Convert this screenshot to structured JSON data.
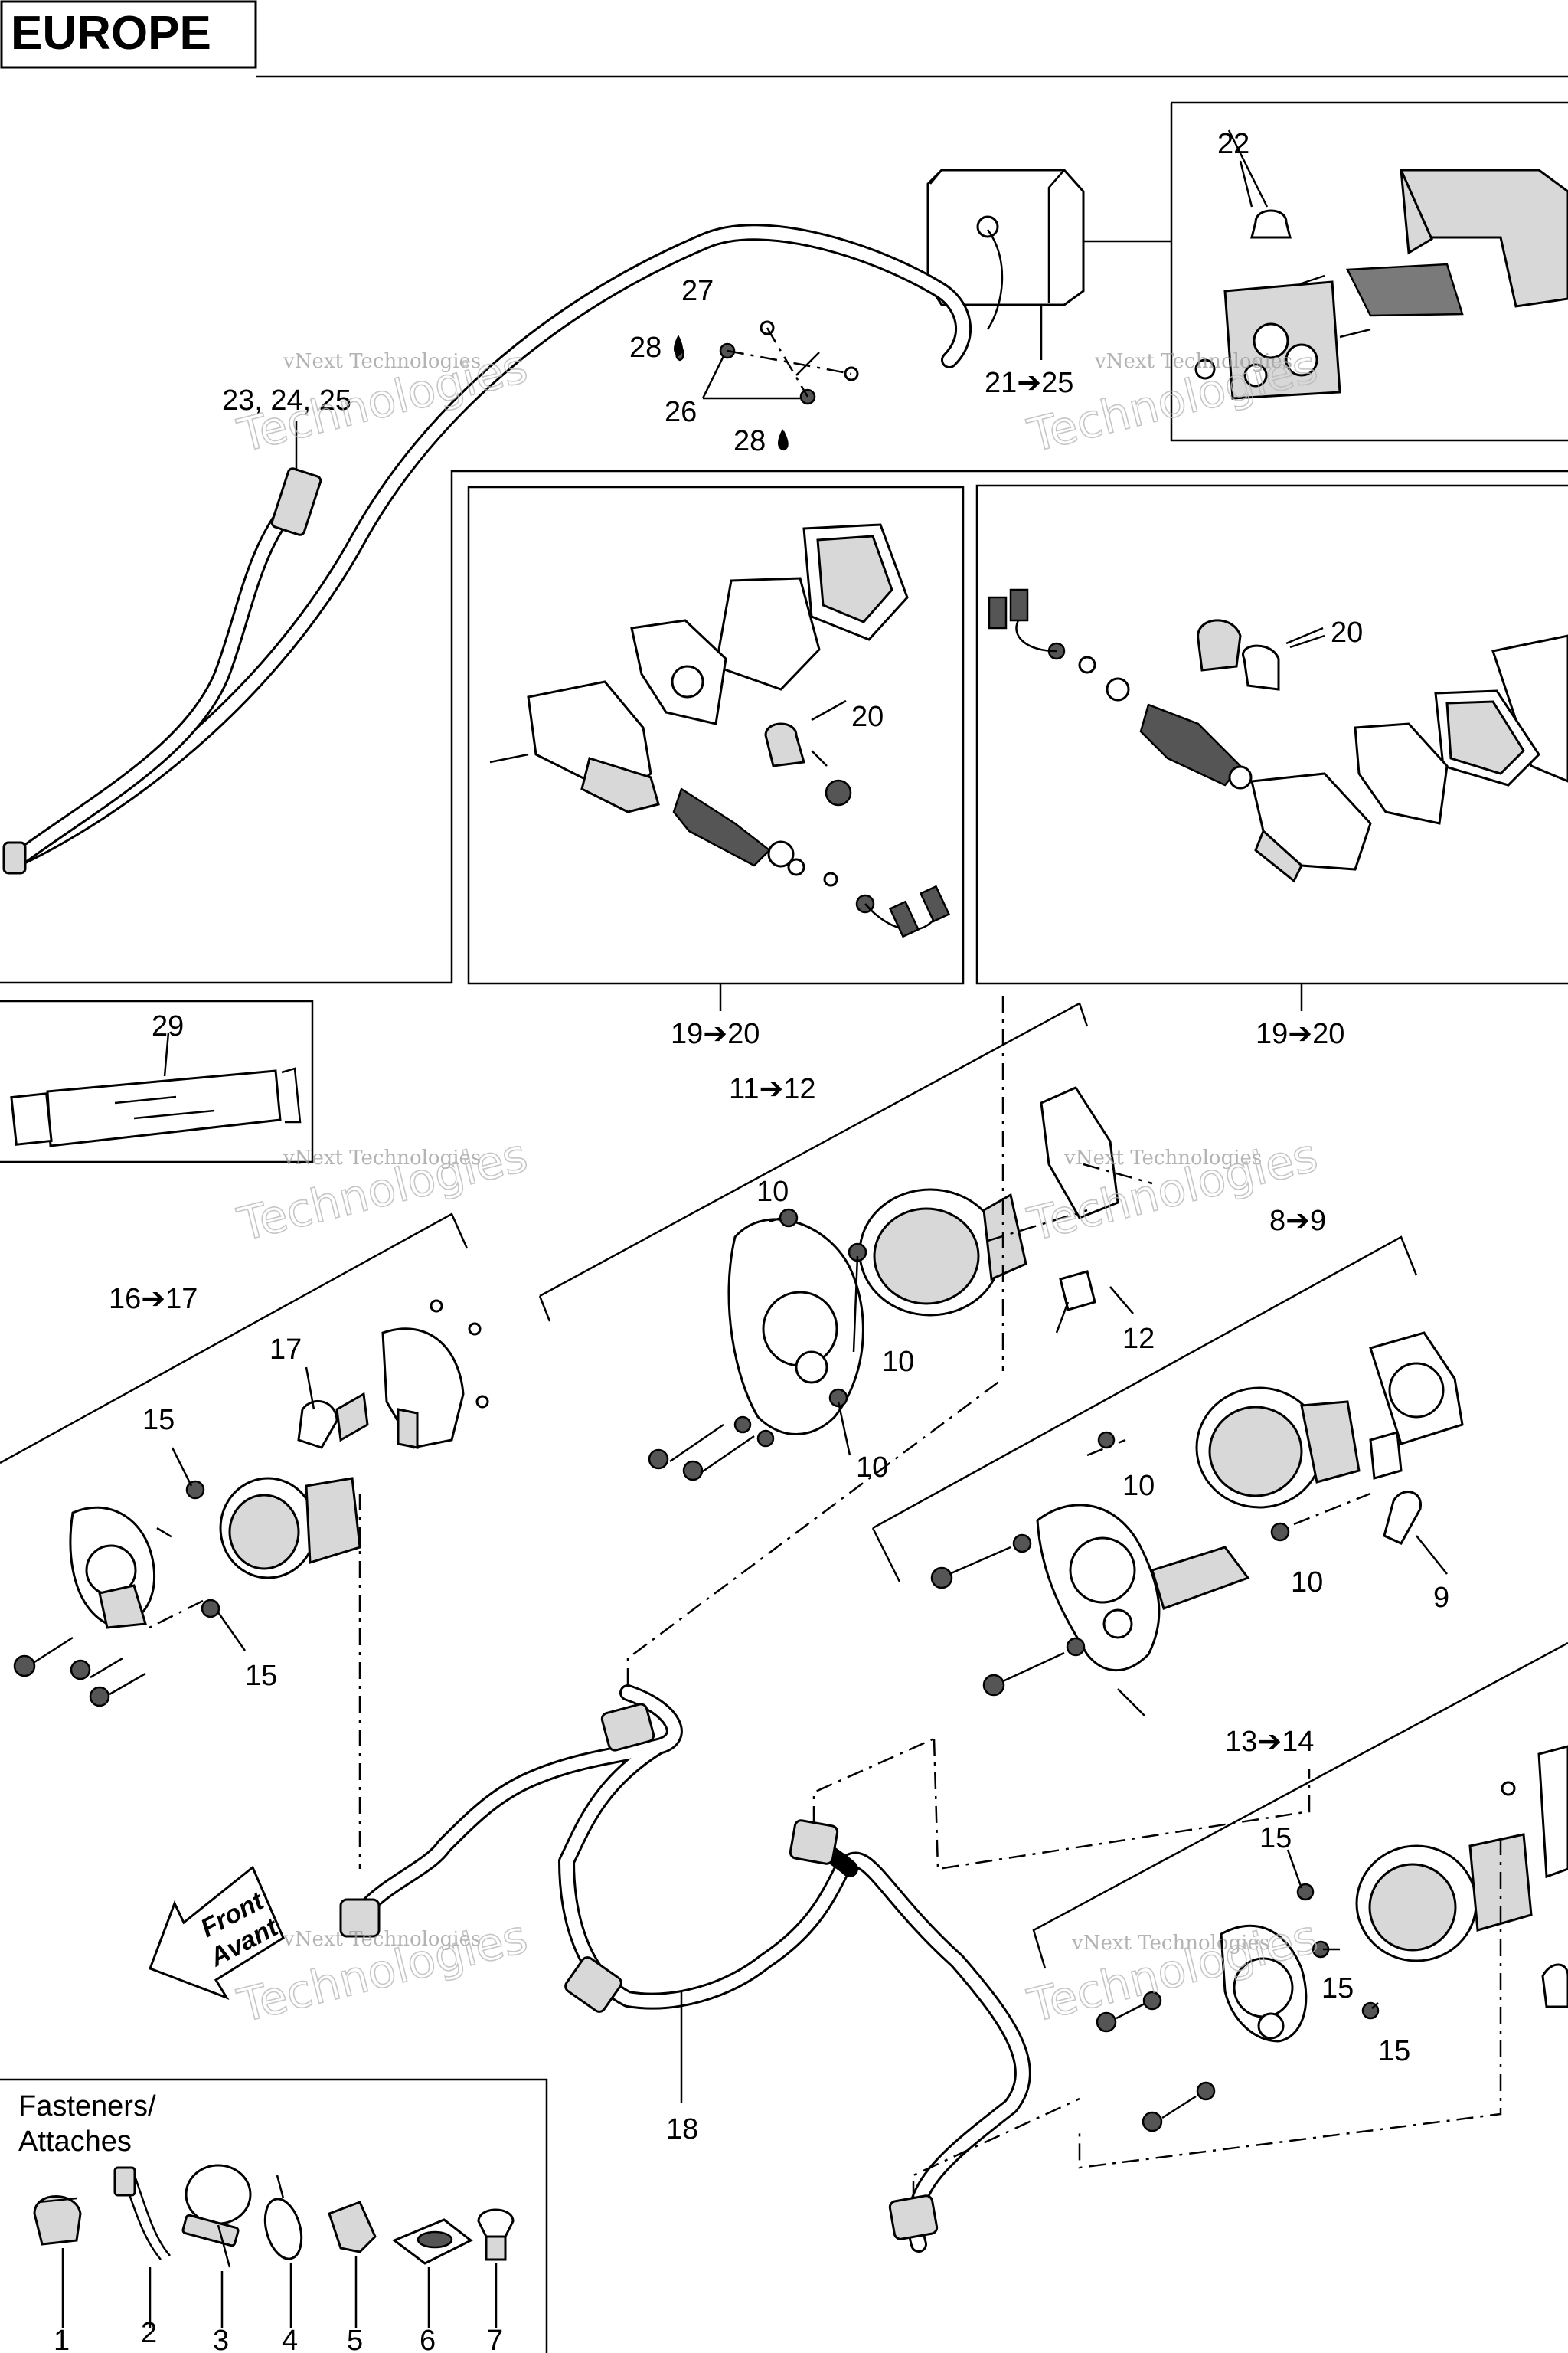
{
  "title": "EUROPE",
  "watermark": "vNext Technologies",
  "watermark_big": "Technologies",
  "callouts": {
    "c22": "22",
    "c27": "27",
    "c28a": "28",
    "c28b": "28",
    "c26": "26",
    "c21_25": "21➔25",
    "c23_24_25": "23, 24, 25",
    "c20a": "20",
    "c20b": "20",
    "c19_20a": "19➔20",
    "c19_20b": "19➔20",
    "c29": "29",
    "c11_12": "11➔12",
    "c10a": "10",
    "c10b": "10",
    "c10c": "10",
    "c10d": "10",
    "c10e": "10",
    "c12": "12",
    "c8_9": "8➔9",
    "c9": "9",
    "c16_17": "16➔17",
    "c17": "17",
    "c15a": "15",
    "c15b": "15",
    "c15c": "15",
    "c15d": "15",
    "c15e": "15",
    "c13_14": "13➔14",
    "c18": "18"
  },
  "front_arrow": {
    "line1": "Front",
    "line2": "Avant"
  },
  "fasteners": {
    "title_line1": "Fasteners/",
    "title_line2": "Attaches",
    "items": [
      "1",
      "2",
      "3",
      "4",
      "5",
      "6",
      "7"
    ]
  }
}
